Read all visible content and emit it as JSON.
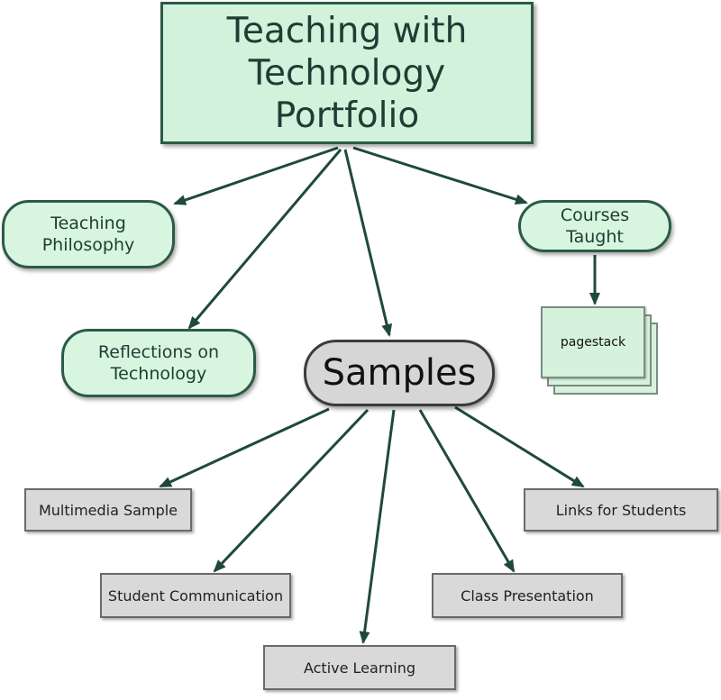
{
  "root": {
    "line1": "Teaching with",
    "line2": "Technology",
    "line3": "Portfolio"
  },
  "teaching_philosophy": {
    "line1": "Teaching",
    "line2": "Philosophy"
  },
  "courses_taught": {
    "line1": "Courses",
    "line2": "Taught"
  },
  "reflections": {
    "line1": "Reflections on",
    "line2": "Technology"
  },
  "samples": {
    "label": "Samples"
  },
  "pagestack": {
    "label": "pagestack"
  },
  "sample_items": {
    "multimedia": "Multimedia Sample",
    "links": "Links for Students",
    "student_communication": "Student Communication",
    "class_presentation": "Class Presentation",
    "active_learning": "Active Learning"
  },
  "colors": {
    "green_fill": "#d3f2dc",
    "edge": "#1f4a3a",
    "gray_fill": "#d9d9d9"
  }
}
